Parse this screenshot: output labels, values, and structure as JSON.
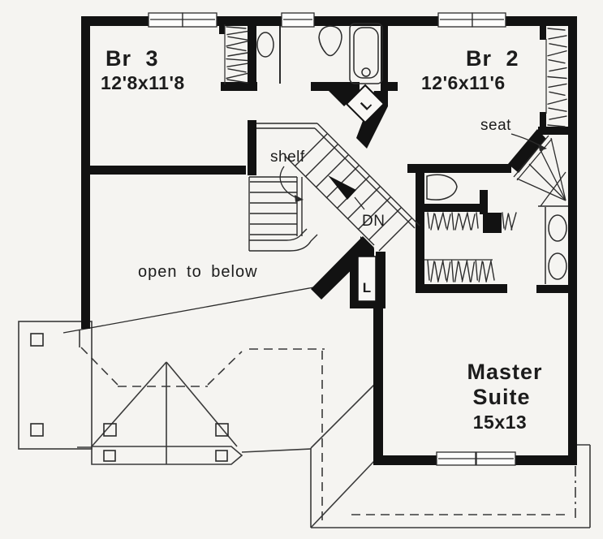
{
  "floor_plan": {
    "rooms": {
      "br3": {
        "name": "Br 3",
        "dimensions": "12'8x11'8"
      },
      "br2": {
        "name": "Br 2",
        "dimensions": "12'6x11'6"
      },
      "master_suite": {
        "name_line1": "Master",
        "name_line2": "Suite",
        "dimensions": "15x13"
      }
    },
    "annotations": {
      "shelf": "shelf",
      "seat": "seat",
      "down_abbrev": "DN",
      "open_to_below": "open to below",
      "linen_upper": "L",
      "linen_lower": "L"
    },
    "colors": {
      "wall": "#121212",
      "ink": "#2b2b2b",
      "paper": "#f5f4f1",
      "roof_line": "#3a3a3a"
    }
  }
}
